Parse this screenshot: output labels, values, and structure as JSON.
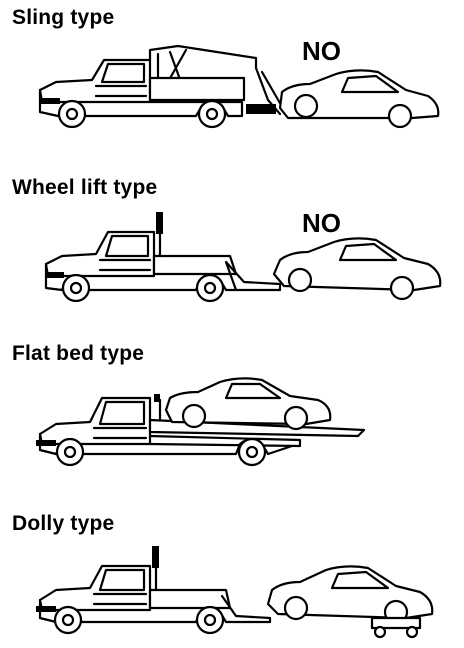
{
  "sections": [
    {
      "title": "Sling type",
      "verdict": "NO"
    },
    {
      "title": "Wheel lift type",
      "verdict": "NO"
    },
    {
      "title": "Flat bed type",
      "verdict": ""
    },
    {
      "title": "Dolly type",
      "verdict": ""
    }
  ],
  "icons": [
    "tow-truck-icon",
    "towed-car-icon",
    "wheel-icon",
    "dolly-icon"
  ]
}
